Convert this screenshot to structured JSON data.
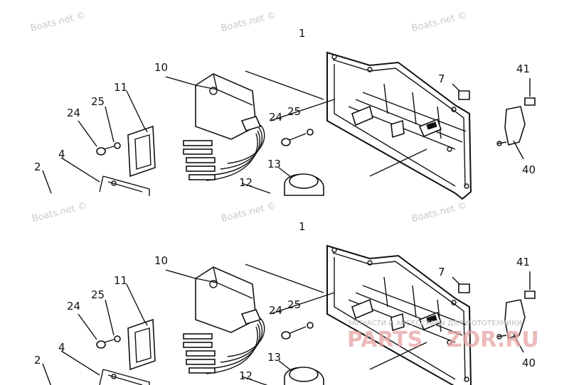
{
  "watermarks": {
    "boats": "Boats.net ©",
    "shop_sub": "ЗАПЧАСТИ И АКСЕССУАРЫ ДЛЯ МОТОТЕХНИКИ",
    "shop_a": "PARTS",
    "shop_b": "ZOR.RU"
  },
  "callouts": {
    "n1": "1",
    "n2": "2",
    "n4": "4",
    "n7": "7",
    "n10": "10",
    "n11": "11",
    "n12": "12",
    "n13": "13",
    "n24": "24",
    "n25": "25",
    "n40": "40",
    "n41": "41"
  }
}
